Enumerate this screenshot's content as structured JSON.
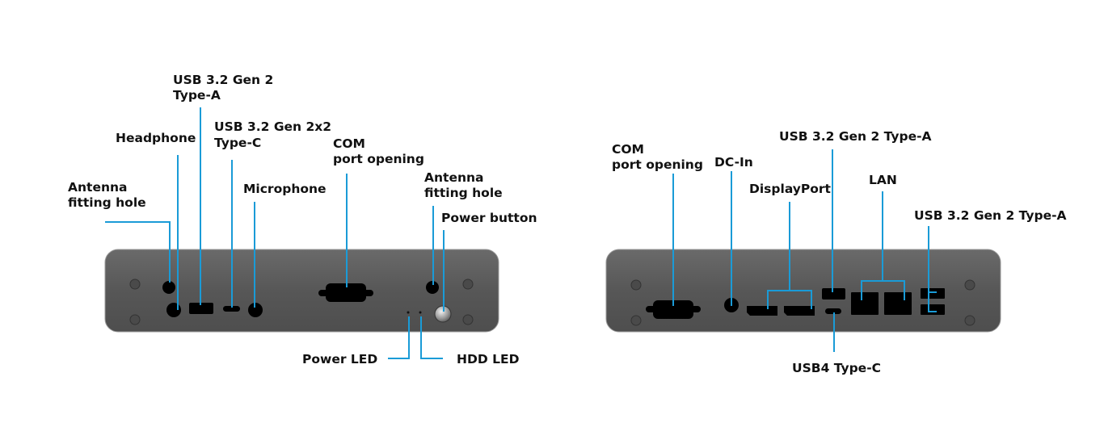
{
  "colors": {
    "callout_line": "#1a9bd7",
    "panel": "#5c5c5c"
  },
  "front": {
    "usb_a": [
      "USB 3.2 Gen 2",
      "Type-A"
    ],
    "headphone": "Headphone",
    "usb_c": [
      "USB 3.2 Gen 2x2",
      "Type-C"
    ],
    "antenna_left": [
      "Antenna",
      "fitting hole"
    ],
    "microphone": "Microphone",
    "com": [
      "COM",
      "port opening"
    ],
    "antenna_right": [
      "Antenna",
      "fitting hole"
    ],
    "power_button": "Power button",
    "power_led": "Power LED",
    "hdd_led": "HDD LED"
  },
  "back": {
    "com": [
      "COM",
      "port opening"
    ],
    "dc_in": "DC-In",
    "usb_a_top": "USB 3.2 Gen 2 Type-A",
    "displayport": "DisplayPort",
    "lan": "LAN",
    "usb_a_right": "USB 3.2 Gen 2 Type-A",
    "usb4": "USB4 Type-C"
  }
}
